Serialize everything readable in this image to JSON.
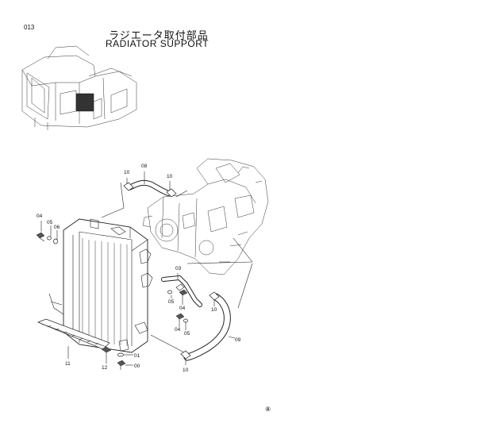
{
  "page": {
    "number": "013",
    "title_ja": "ラジエータ取付部品",
    "title_en": "RADIATOR SUPPORT"
  },
  "callouts": {
    "c10a": "10",
    "c08": "08",
    "c10b": "10",
    "c04a": "04",
    "c05a": "05",
    "c06": "06",
    "c03": "03",
    "c05b": "05",
    "c04b": "04",
    "c10c": "10",
    "c04c": "04",
    "c05c": "05",
    "c09": "09",
    "c11": "11",
    "c12": "12",
    "c01": "01",
    "c00": "00",
    "c10d": "10"
  },
  "footer_mark": "⑧"
}
